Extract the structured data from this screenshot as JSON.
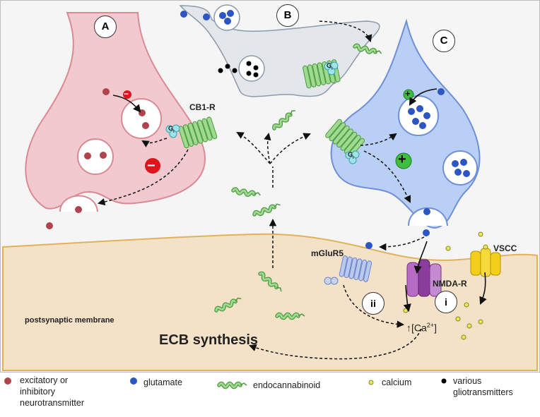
{
  "labels": {
    "A": "A",
    "B": "B",
    "C": "C",
    "cb1r": "CB1-R",
    "mglur5": "mGluR5",
    "nmdar": "NMDA-R",
    "vscc": "VSCC",
    "postsynaptic": "postsynaptic membrane",
    "ecb_synthesis": "ECB synthesis",
    "roman_i": "i",
    "roman_ii": "ii",
    "ca_prefix": "[Ca",
    "ca_sup": "2+",
    "ca_suffix": "]",
    "gi": "G",
    "gi_sub": "i",
    "minus": "−",
    "plus": "+"
  },
  "legend": {
    "neuro": "excitatory or inhibitory neurotransmitter",
    "neuro_l1": "excitatory or",
    "neuro_l2": "inhibitory",
    "neuro_l3": "neurotransmitter",
    "glutamate": "glutamate",
    "ecb": "endocannabinoid",
    "calcium": "calcium",
    "glio_l1": "various",
    "glio_l2": "gliotransmitters"
  },
  "colors": {
    "neuron_a": "#f1c9ce",
    "neuron_a_edge": "#d98a93",
    "astro": "#e3e6ea",
    "neuron_c": "#b9cff5",
    "neuron_c_edge": "#6f8fd6",
    "membrane": "#f3e1c8",
    "membrane_edge": "#e0b25c",
    "ecb_green": "#7cc36f",
    "glutamate_blue": "#2b56c4",
    "neuro_red": "#b0434b",
    "calcium_yellow": "#e8e85a",
    "receptor_blue": "#b9c9f0",
    "nmdar_purple": "#a24fb0",
    "vscc_yellow": "#f3cf1c",
    "inhibit_red": "#e0141c",
    "excite_green": "#3fbf3f"
  }
}
